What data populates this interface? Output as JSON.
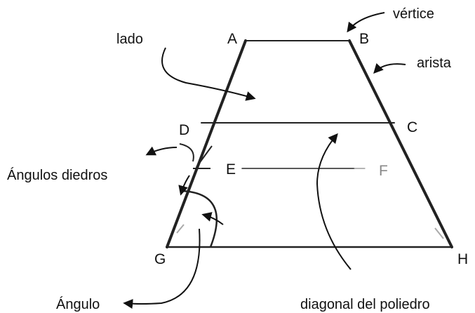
{
  "labels": {
    "lado": "lado",
    "vertice": "vértice",
    "arista": "arista",
    "angulos_diedros": "Ángulos diedros",
    "angulo": "Ángulo",
    "diagonal": "diagonal del poliedro"
  },
  "points": {
    "A": "A",
    "B": "B",
    "C": "C",
    "D": "D",
    "E": "E",
    "F": "F",
    "G": "G",
    "H": "H"
  }
}
